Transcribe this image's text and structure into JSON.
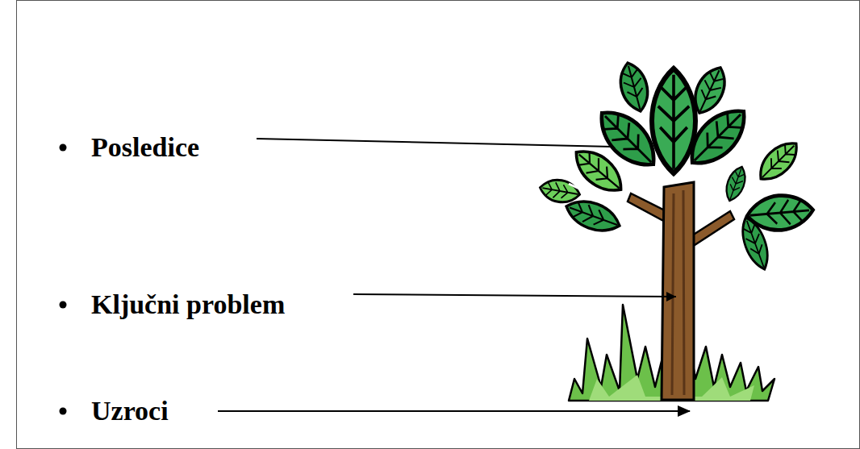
{
  "diagram": {
    "labels": [
      "Posledice",
      "Ključni problem",
      "Uzroci"
    ]
  }
}
